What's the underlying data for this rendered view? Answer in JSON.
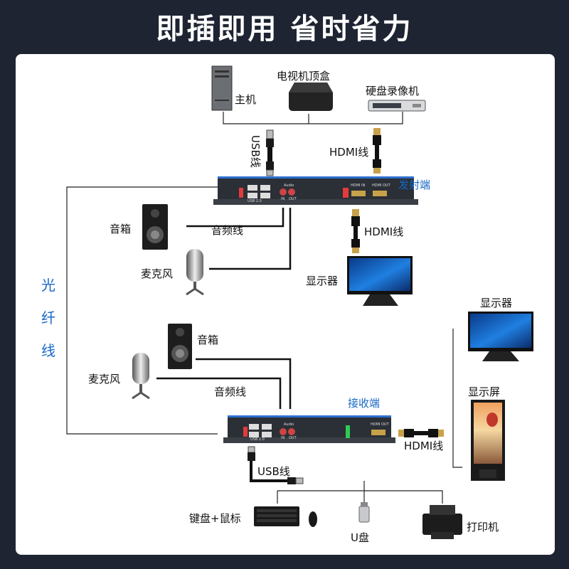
{
  "title": "即插即用 省时省力",
  "labels": {
    "host": "主机",
    "settop": "电视机顶盒",
    "dvr": "硬盘录像机",
    "usb_cable_top": "USB线",
    "hdmi_cable_top": "HDMI线",
    "transmitter": "发射端",
    "speaker_top": "音箱",
    "audio_cable_top": "音频线",
    "hdmi_cable_mid": "HDMI线",
    "mic_top": "麦克风",
    "monitor_top": "显示器",
    "fiber": "光纤线",
    "speaker_bottom": "音箱",
    "mic_bottom": "麦克风",
    "audio_cable_bottom": "音频线",
    "receiver": "接收端",
    "monitor_right": "显示器",
    "display_screen": "显示屏",
    "hdmi_cable_bottom": "HDMI线",
    "usb_cable_bottom": "USB线",
    "kb_mouse": "键盘+鼠标",
    "udisk": "U盘",
    "printer": "打印机"
  },
  "device_text": {
    "hdmi_in": "HDMI IN",
    "hdmi_out": "HDMI OUT",
    "usb": "USB 2.0",
    "audio": "Audio",
    "in": "IN",
    "out": "OUT"
  },
  "colors": {
    "background": "#1e2432",
    "panel": "#ffffff",
    "accent_blue": "#1768c4",
    "connector_gold": "#c8a24a",
    "device_body": "#2b2f36",
    "trim_blue": "#2d6fd0"
  }
}
